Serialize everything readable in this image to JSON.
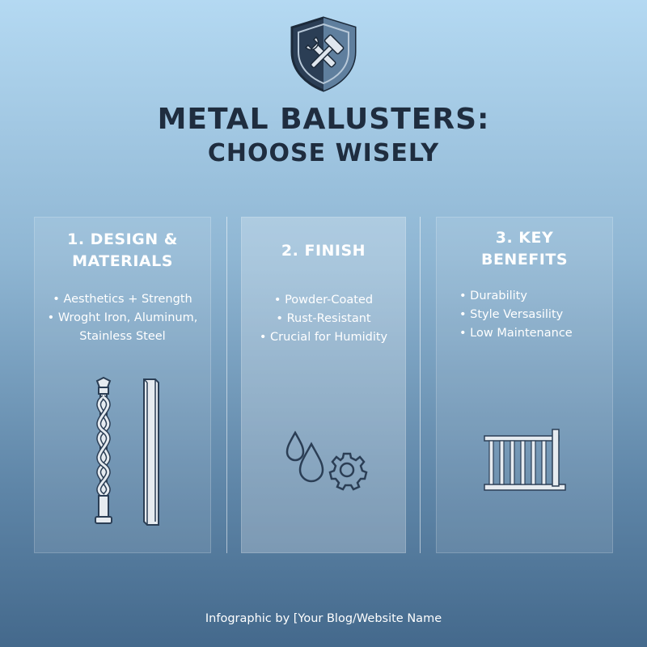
{
  "header": {
    "title_line1": "METAL BALUSTERS:",
    "title_line2": "CHOOSE WISELY",
    "logo_icon": "shield-hammer-wrench-icon"
  },
  "panels": [
    {
      "heading_line1": "1. DESIGN &",
      "heading_line2": "MATERIALS",
      "bullets": [
        "Aesthetics + Strength",
        "Wroght Iron, Aluminum,"
      ],
      "bullet_continuation": "Stainless Steel",
      "icon": "balusters-icon"
    },
    {
      "heading_line1": "2. FINISH",
      "bullets": [
        "Powder-Coated",
        "Rust-Resistant",
        "Crucial for Humidity"
      ],
      "icon": "droplets-gear-icon"
    },
    {
      "heading_line1": "3. KEY",
      "heading_line2": "BENEFITS",
      "bullets": [
        "Durability",
        "Style Versasility",
        "Low Maintenance"
      ],
      "icon": "railing-icon"
    }
  ],
  "footer": {
    "credit": "Infographic by [Your Blog/Website Name"
  },
  "colors": {
    "title": "#1f2d3f",
    "shield_dark": "#2b3e55",
    "shield_light": "#5f7f9e",
    "icon_fill": "#e6ebf0"
  }
}
